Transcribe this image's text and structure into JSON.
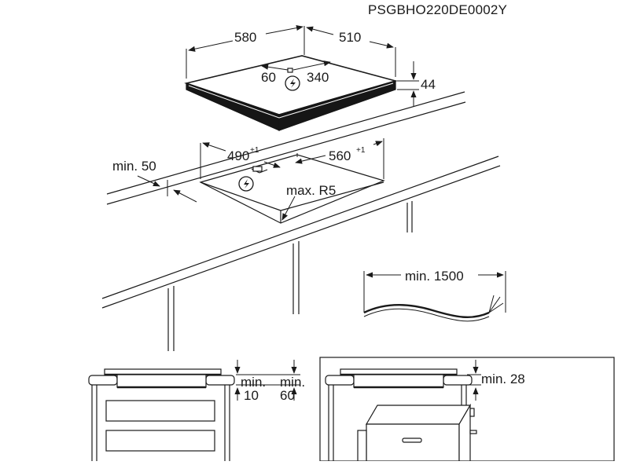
{
  "document_code": "PSGBHO220DE0002Y",
  "hob": {
    "width": "580",
    "depth": "510",
    "height": "44",
    "connector_left": "60",
    "connector_right": "340"
  },
  "cutout": {
    "width": "490",
    "width_tol": "+1",
    "depth": "560",
    "depth_tol": "+1",
    "radius": "max. R5",
    "edge_distance": "min. 50"
  },
  "cable": {
    "length": "min. 1500"
  },
  "section_left": {
    "gap_min_word": "min.",
    "gap_value": "10",
    "depth_min_word": "min.",
    "depth_value": "60"
  },
  "section_right": {
    "clearance": "min. 28"
  },
  "colors": {
    "line": "#1a1a1a",
    "fill": "#ffffff",
    "dark": "#141414"
  },
  "icons": [
    "power-connection-icon",
    "dimension-arrow-icon"
  ]
}
